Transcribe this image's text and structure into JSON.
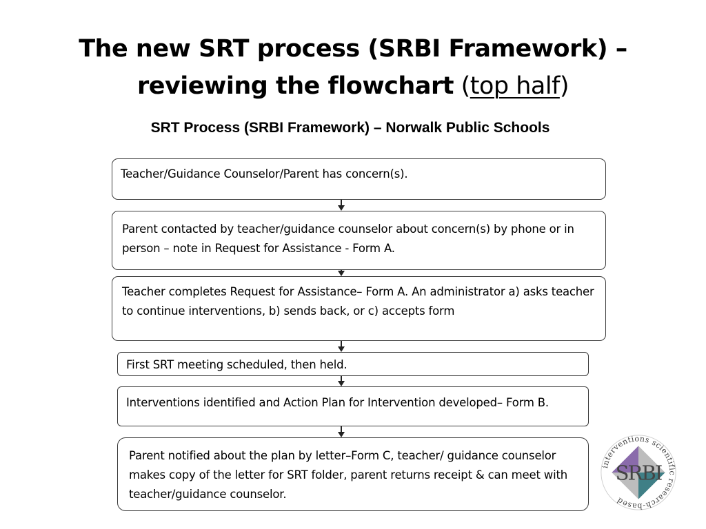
{
  "title": {
    "line1": "The new SRT process (SRBI Framework) –",
    "line2_bold": "reviewing the flowchart",
    "line2_open": " (",
    "line2_link": "top half",
    "line2_close": ")"
  },
  "subtitle": "SRT Process (SRBI Framework) – Norwalk Public Schools",
  "steps": [
    {
      "text": "Teacher/Guidance Counselor/Parent has concern(s)."
    },
    {
      "text": "Parent contacted by teacher/guidance counselor about concern(s) by phone or in person – note in Request for Assistance - Form A."
    },
    {
      "text": "Teacher completes Request for Assistance– Form A. An administrator a) asks teacher to continue interventions, b) sends back, or c) accepts form"
    },
    {
      "text": "First SRT meeting scheduled, then held."
    },
    {
      "text": "Interventions identified and Action Plan for Intervention developed– Form B."
    },
    {
      "text": "Parent notified about the plan by letter–Form C, teacher/ guidance counselor makes copy of the letter for SRT folder, parent returns receipt & can meet with teacher/guidance counselor."
    }
  ],
  "logo": {
    "center_text": "SRBI",
    "ring_text": "interventions scientific research-based",
    "colors": {
      "purple": "#8a6bab",
      "teal": "#3f7f86",
      "grey": "#bdbdbd",
      "text": "#444444"
    }
  }
}
